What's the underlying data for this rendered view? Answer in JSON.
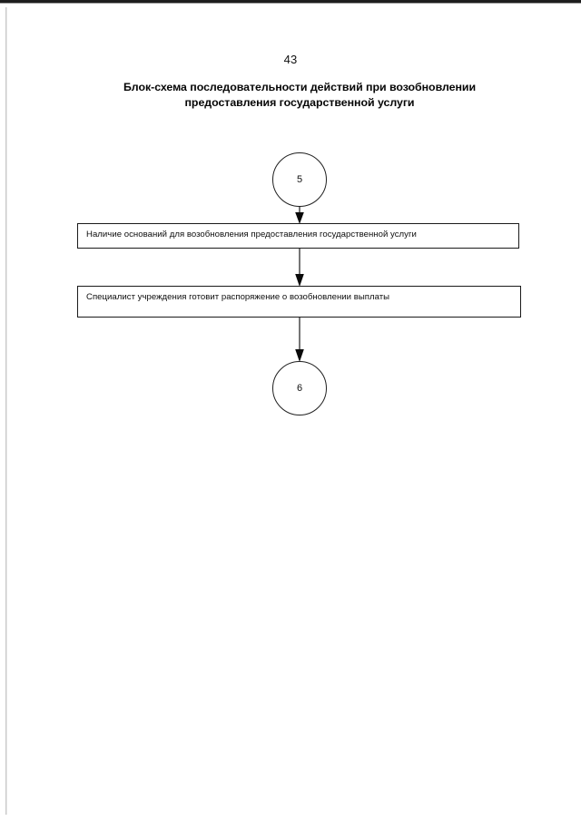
{
  "document": {
    "page_number": "43",
    "title_line_1": "Блок-схема последовательности действий при возобновлении",
    "title_line_2": "предоставления государственной услуги"
  },
  "flowchart": {
    "type": "flowchart",
    "orientation": "vertical",
    "nodes": [
      {
        "id": "connector-5",
        "shape": "circle",
        "label": "5",
        "role": "off-page-connector-in"
      },
      {
        "id": "step-1",
        "shape": "rectangle",
        "label": "Наличие оснований для возобновления предоставления государственной услуги",
        "role": "process"
      },
      {
        "id": "step-2",
        "shape": "rectangle",
        "label": "Специалист учреждения готовит распоряжение о возобновлении выплаты",
        "role": "process"
      },
      {
        "id": "connector-6",
        "shape": "circle",
        "label": "6",
        "role": "off-page-connector-out"
      }
    ],
    "edges": [
      {
        "from": "connector-5",
        "to": "step-1",
        "arrow": "down"
      },
      {
        "from": "step-1",
        "to": "step-2",
        "arrow": "down"
      },
      {
        "from": "step-2",
        "to": "connector-6",
        "arrow": "down"
      }
    ],
    "colors": {
      "stroke": "#1a1a1a",
      "fill": "#ffffff",
      "text": "#0d0d0d"
    }
  }
}
